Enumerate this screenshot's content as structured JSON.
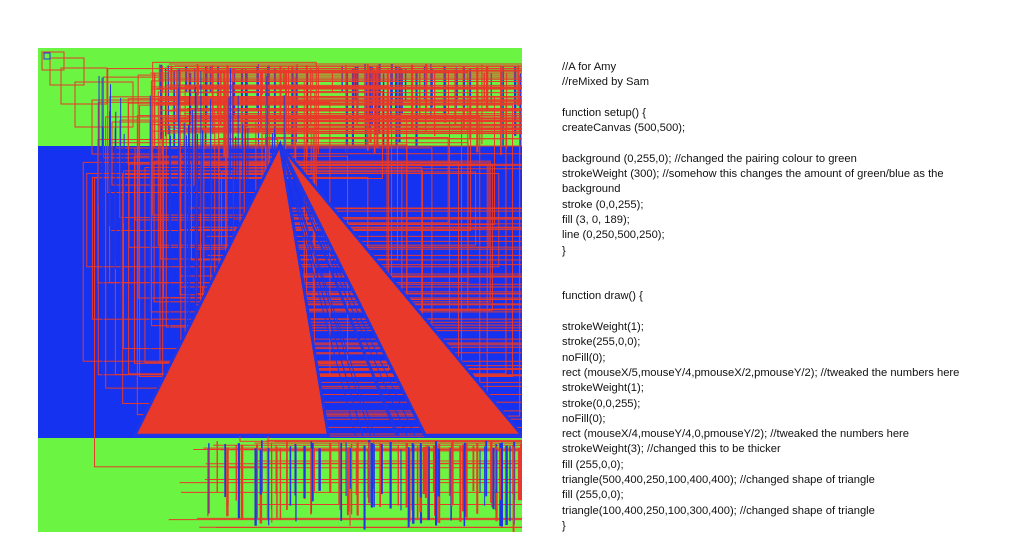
{
  "colors": {
    "background_green": "#6cf442",
    "band_blue": "#1432f0",
    "stroke_red": "#e8392a",
    "stroke_blue": "#1f35e6",
    "text": "#111111",
    "page_bg": "#ffffff"
  },
  "code": {
    "lines": [
      "//A for Amy",
      "//reMixed by Sam",
      "",
      "function setup() {",
      "createCanvas (500,500);",
      "",
      "background (0,255,0); //changed the pairing colour to green",
      "strokeWeight (300); //somehow this changes the amount of green/blue as the background",
      "stroke (0,0,255);",
      "fill (3, 0, 189);",
      "line (0,250,500,250);",
      "}",
      "",
      "",
      "function draw() {",
      "",
      "strokeWeight(1);",
      "stroke(255,0,0);",
      "noFill(0);",
      "rect (mouseX/5,mouseY/4,pmouseX/2,pmouseY/2); //tweaked the numbers here",
      "strokeWeight(1);",
      "stroke(0,0,255);",
      "noFill(0);",
      "rect (mouseX/4,mouseY/4,0,pmouseY/2); //tweaked the numbers here",
      "strokeWeight(3); //changed this to be thicker",
      "fill (255,0,0);",
      "triangle(500,400,250,100,400,400); //changed shape of triangle",
      "fill (255,0,0);",
      "triangle(100,400,250,100,300,400); //changed shape of triangle",
      "}"
    ]
  }
}
